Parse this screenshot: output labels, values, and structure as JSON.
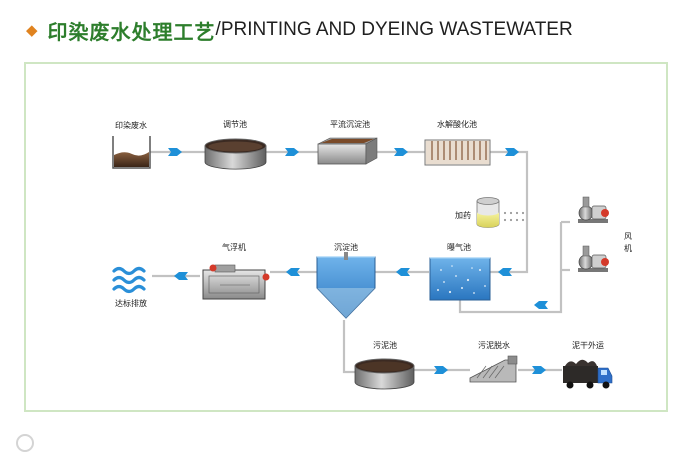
{
  "header": {
    "bullet": "◆",
    "title_cn": "印染废水处理工艺",
    "title_en": "/PRINTING AND DYEING WASTEWATER"
  },
  "diagram": {
    "labels": {
      "raw_wastewater": "印染废水",
      "equalization_tank": "调节池",
      "advection_sedimentation_tank": "平流沉淀池",
      "hydrolysis_acidification_tank": "水解酸化池",
      "dosing": "加药",
      "aeration_tank": "曝气池",
      "blower": "风机",
      "sedimentation_tank": "沉淀池",
      "air_flotation": "气浮机",
      "discharge": "达标排放",
      "sludge_tank": "污泥池",
      "sludge_dewatering": "污泥脱水",
      "sludge_transport": "泥干外运"
    },
    "colors": {
      "pipe": "#bfbfbf",
      "arrow": "#1e90d8",
      "water": "#3a8fd6",
      "sludge": "#4a2f1f",
      "frame": "#cfe6c3",
      "title_green": "#2d7e2c",
      "accent_orange": "#e0831f"
    }
  }
}
